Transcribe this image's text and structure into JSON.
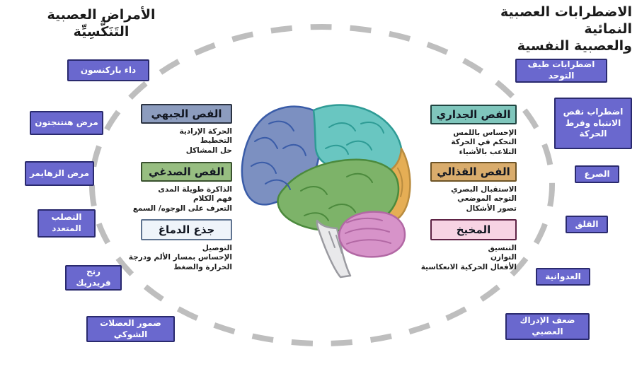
{
  "titles": {
    "left": "الأمراض العصبية التَنَكُّسِيِّة",
    "right_line1": "الاضطرابات العصبية النمائية",
    "right_line2": "والعصبية النفسية"
  },
  "degenerative_diseases": [
    "داء باركنسون",
    "مرض هنتنجتون",
    "مرض الزهايمر",
    "التصلب المتعدد",
    "رنح فريدريك",
    "ضمور العضلات الشوكي"
  ],
  "neurodevelopmental_disorders": [
    "اضطرابات طيف التوحد",
    "اضطراب نقص الانتباه وفرط الحركة",
    "الصرع",
    "القلق",
    "العدوانية",
    "ضعف الإدراك العصبي"
  ],
  "lobes": {
    "frontal": {
      "name": "الفص الجبهي",
      "functions": [
        "الحركة الإرادية",
        "التخطيط",
        "حل المشاكل"
      ],
      "color": "#8c9cbe"
    },
    "temporal": {
      "name": "الفص الصدغي",
      "functions": [
        "الذاكرة طويلة المدى",
        "فهم الكلام",
        "التعرف على الوجوه/ السمع"
      ],
      "color": "#97be81"
    },
    "brainstem": {
      "name": "جذع الدماغ",
      "functions": [
        "التوصيل",
        "الإحساس بمسار الألم ودرجة",
        "الحرارة والضغط"
      ],
      "color": "#eff4fa"
    },
    "parietal": {
      "name": "الفص الجداري",
      "functions": [
        "الإحساس باللمس",
        "التحكم في الحركة",
        "التلاعب بالأشياء"
      ],
      "color": "#7fc6bc"
    },
    "occipital": {
      "name": "الفص القذالي",
      "functions": [
        "الاستقبال البصري",
        "التوجه الموضعي",
        "تصور الأشكال"
      ],
      "color": "#d9ac6c"
    },
    "cerebellum": {
      "name": "المخيخ",
      "functions": [
        "التنسيق",
        "التوازن",
        "الأفعال الحركية الانعكاسية"
      ],
      "color": "#f7d3e3"
    }
  },
  "colors": {
    "disease_box": "#6a68ce",
    "disease_box_border": "#2a2a6e",
    "dashed_ellipse": "#bebebe",
    "brain": {
      "frontal": "#7c90c1",
      "parietal": "#69c6c1",
      "occipital": "#e5ae55",
      "temporal": "#7db369",
      "cerebellum": "#d793c9",
      "brainstem": "#e9e9eb"
    }
  }
}
